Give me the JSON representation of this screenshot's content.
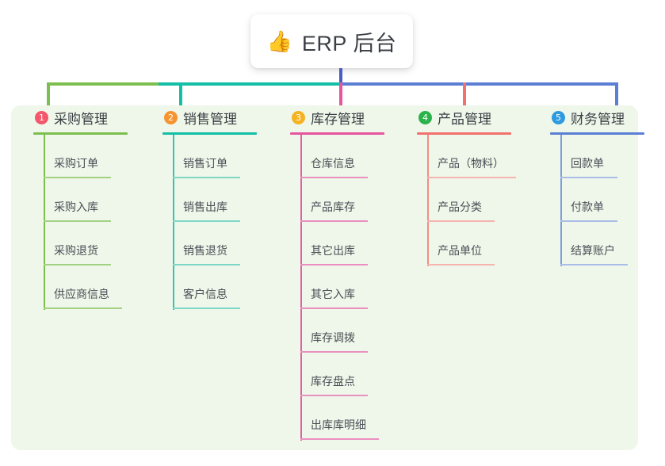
{
  "title": {
    "icon": "thumbs-up-icon",
    "emoji": "👍",
    "text": "ERP 后台"
  },
  "colors": {
    "panel_bg": "#eef7e9",
    "center_line": "#4c5cc5",
    "col1": "#7cbf4f",
    "col2": "#13bfa6",
    "col3": "#e8559f",
    "col4": "#f2716f",
    "col5": "#5b7fd4",
    "badge1": "#f4566b",
    "badge2": "#f79432",
    "badge3": "#f5b324",
    "badge4": "#2bb34b",
    "badge5": "#2e9ae0"
  },
  "columns": [
    {
      "index": "1",
      "title": "采购管理",
      "badge_color": "#f4566b",
      "line_color": "#7cbf4f",
      "items": [
        {
          "label": "采购订单"
        },
        {
          "label": "采购入库"
        },
        {
          "label": "采购退货"
        },
        {
          "label": "供应商信息"
        }
      ]
    },
    {
      "index": "2",
      "title": "销售管理",
      "badge_color": "#f79432",
      "line_color": "#13bfa6",
      "items": [
        {
          "label": "销售订单"
        },
        {
          "label": "销售出库"
        },
        {
          "label": "销售退货"
        },
        {
          "label": "客户信息"
        }
      ]
    },
    {
      "index": "3",
      "title": "库存管理",
      "badge_color": "#f5b324",
      "line_color": "#e8559f",
      "items": [
        {
          "label": "仓库信息"
        },
        {
          "label": "产品库存"
        },
        {
          "label": "其它出库"
        },
        {
          "label": "其它入库"
        },
        {
          "label": "库存调拨"
        },
        {
          "label": "库存盘点"
        },
        {
          "label": "出库库明细"
        }
      ]
    },
    {
      "index": "4",
      "title": "产品管理",
      "badge_color": "#2bb34b",
      "line_color": "#f2716f",
      "items": [
        {
          "label": "产品（物料）"
        },
        {
          "label": "产品分类"
        },
        {
          "label": "产品单位"
        }
      ]
    },
    {
      "index": "5",
      "title": "财务管理",
      "badge_color": "#2e9ae0",
      "line_color": "#5b7fd4",
      "items": [
        {
          "label": "回款单"
        },
        {
          "label": "付款单"
        },
        {
          "label": "结算账户"
        }
      ]
    }
  ]
}
